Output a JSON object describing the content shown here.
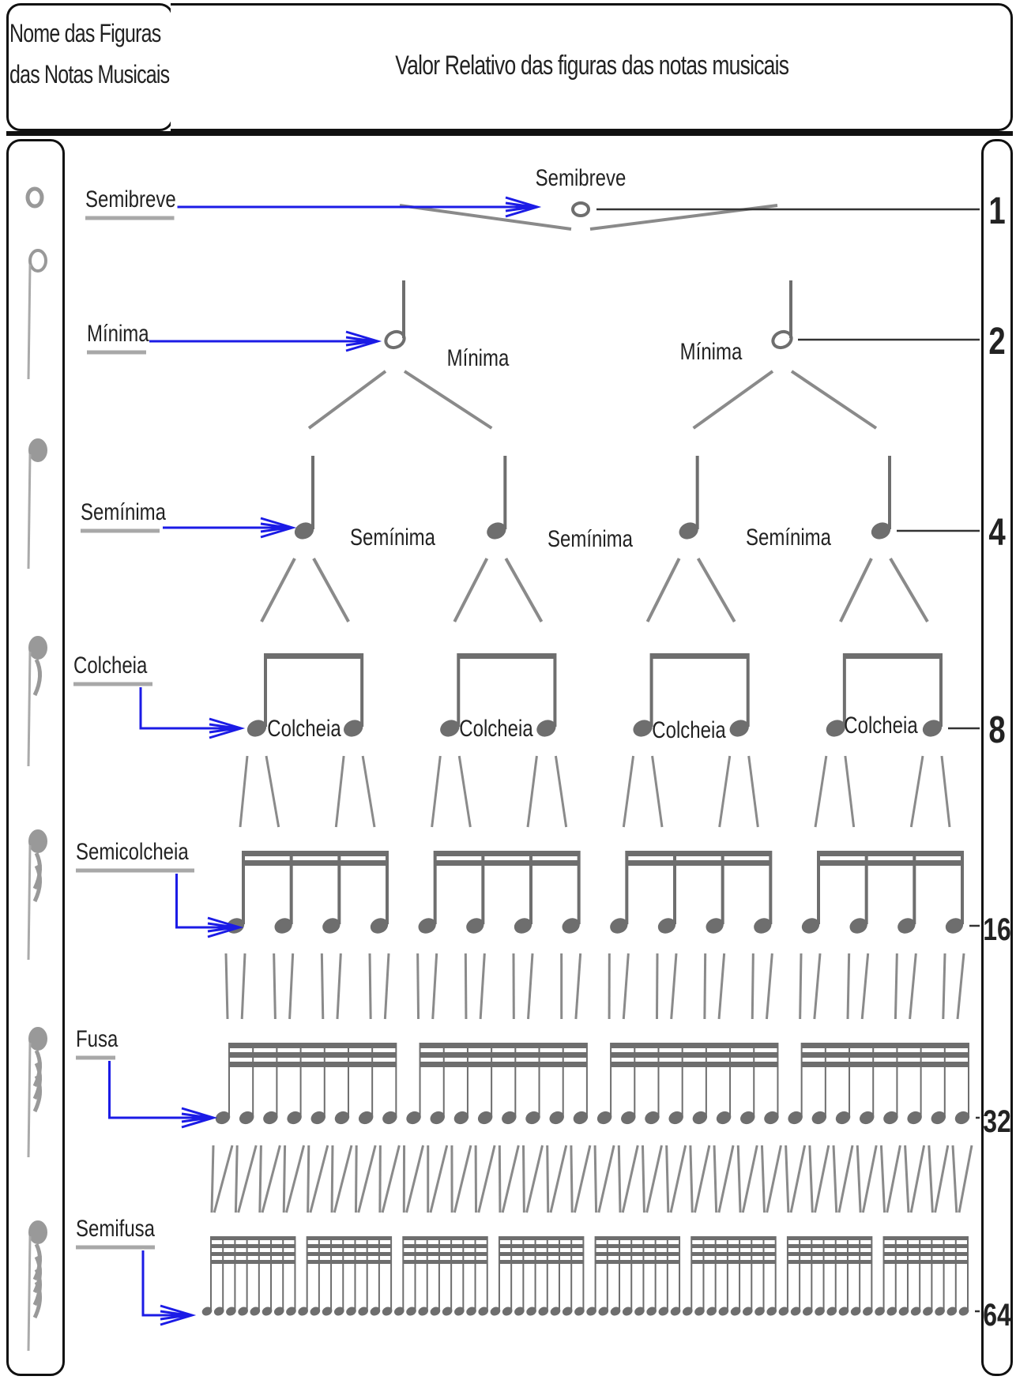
{
  "header": {
    "left_title": "Nome das Figuras das Notas Musicais",
    "left_title_lines": [
      "Nome das Figuras",
      "das Notas Musicais"
    ],
    "right_title": "Valor Relativo das figuras das notas musicais"
  },
  "rows": [
    {
      "name": "Semibreve",
      "value": "1",
      "count": 1,
      "tree_label": "Semibreve"
    },
    {
      "name": "Mínima",
      "value": "2",
      "count": 2,
      "tree_label": "Mínima"
    },
    {
      "name": "Semínima",
      "value": "4",
      "count": 4,
      "tree_label": "Semínima"
    },
    {
      "name": "Colcheia",
      "value": "8",
      "count": 8,
      "tree_label": "Colcheia"
    },
    {
      "name": "Semicolcheia",
      "value": "16",
      "count": 16,
      "tree_label": ""
    },
    {
      "name": "Fusa",
      "value": "32",
      "count": 32,
      "tree_label": ""
    },
    {
      "name": "Semifusa",
      "value": "64",
      "count": 64,
      "tree_label": ""
    }
  ],
  "colors": {
    "arrow": "#1b1be6",
    "note": "#6e6e6e",
    "line": "#8a8a8a",
    "border": "#111111",
    "underline": "#a8a8a8"
  }
}
